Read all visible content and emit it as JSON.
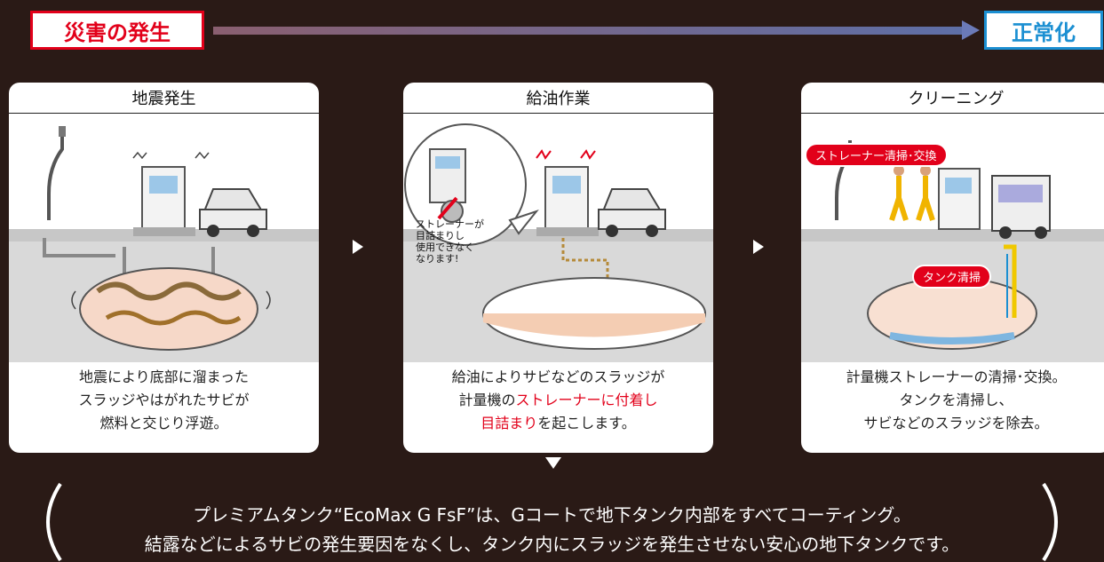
{
  "header": {
    "start_label": "災害の発生",
    "end_label": "正常化"
  },
  "steps": [
    {
      "title": "地震発生",
      "caption": [
        "地震により底部に溜まった",
        "スラッジやはがれたサビが",
        "燃料と交じり浮遊。"
      ]
    },
    {
      "title": "給油作業",
      "caption_l1": "給油によりサビなどのスラッジが",
      "caption_l2a": "計量機の",
      "caption_l2b": "ストレーナーに付着し",
      "caption_l3a": "目詰まり",
      "caption_l3b": "を起こします。",
      "bubble": [
        "ストレーナーが",
        "目詰まりし",
        "使用できなく",
        "なります!"
      ]
    },
    {
      "title": "クリーニング",
      "caption": [
        "計量機ストレーナーの清掃･交換。",
        "タンクを清掃し、",
        "サビなどのスラッジを除去。"
      ],
      "label_strainer": "ストレーナー清掃･交換",
      "label_tank": "タンク清掃"
    }
  ],
  "summary": [
    "プレミアムタンク“EcoMax G FsF”は、Gコートで地下タンク内部をすべてコーティング。",
    "結露などによるサビの発生要因をなくし、タンク内にスラッジを発生させない安心の地下タンクです。"
  ],
  "colors": {
    "accent_red": "#e2001a",
    "accent_blue": "#1b8fd2",
    "background": "#2a1a16"
  }
}
